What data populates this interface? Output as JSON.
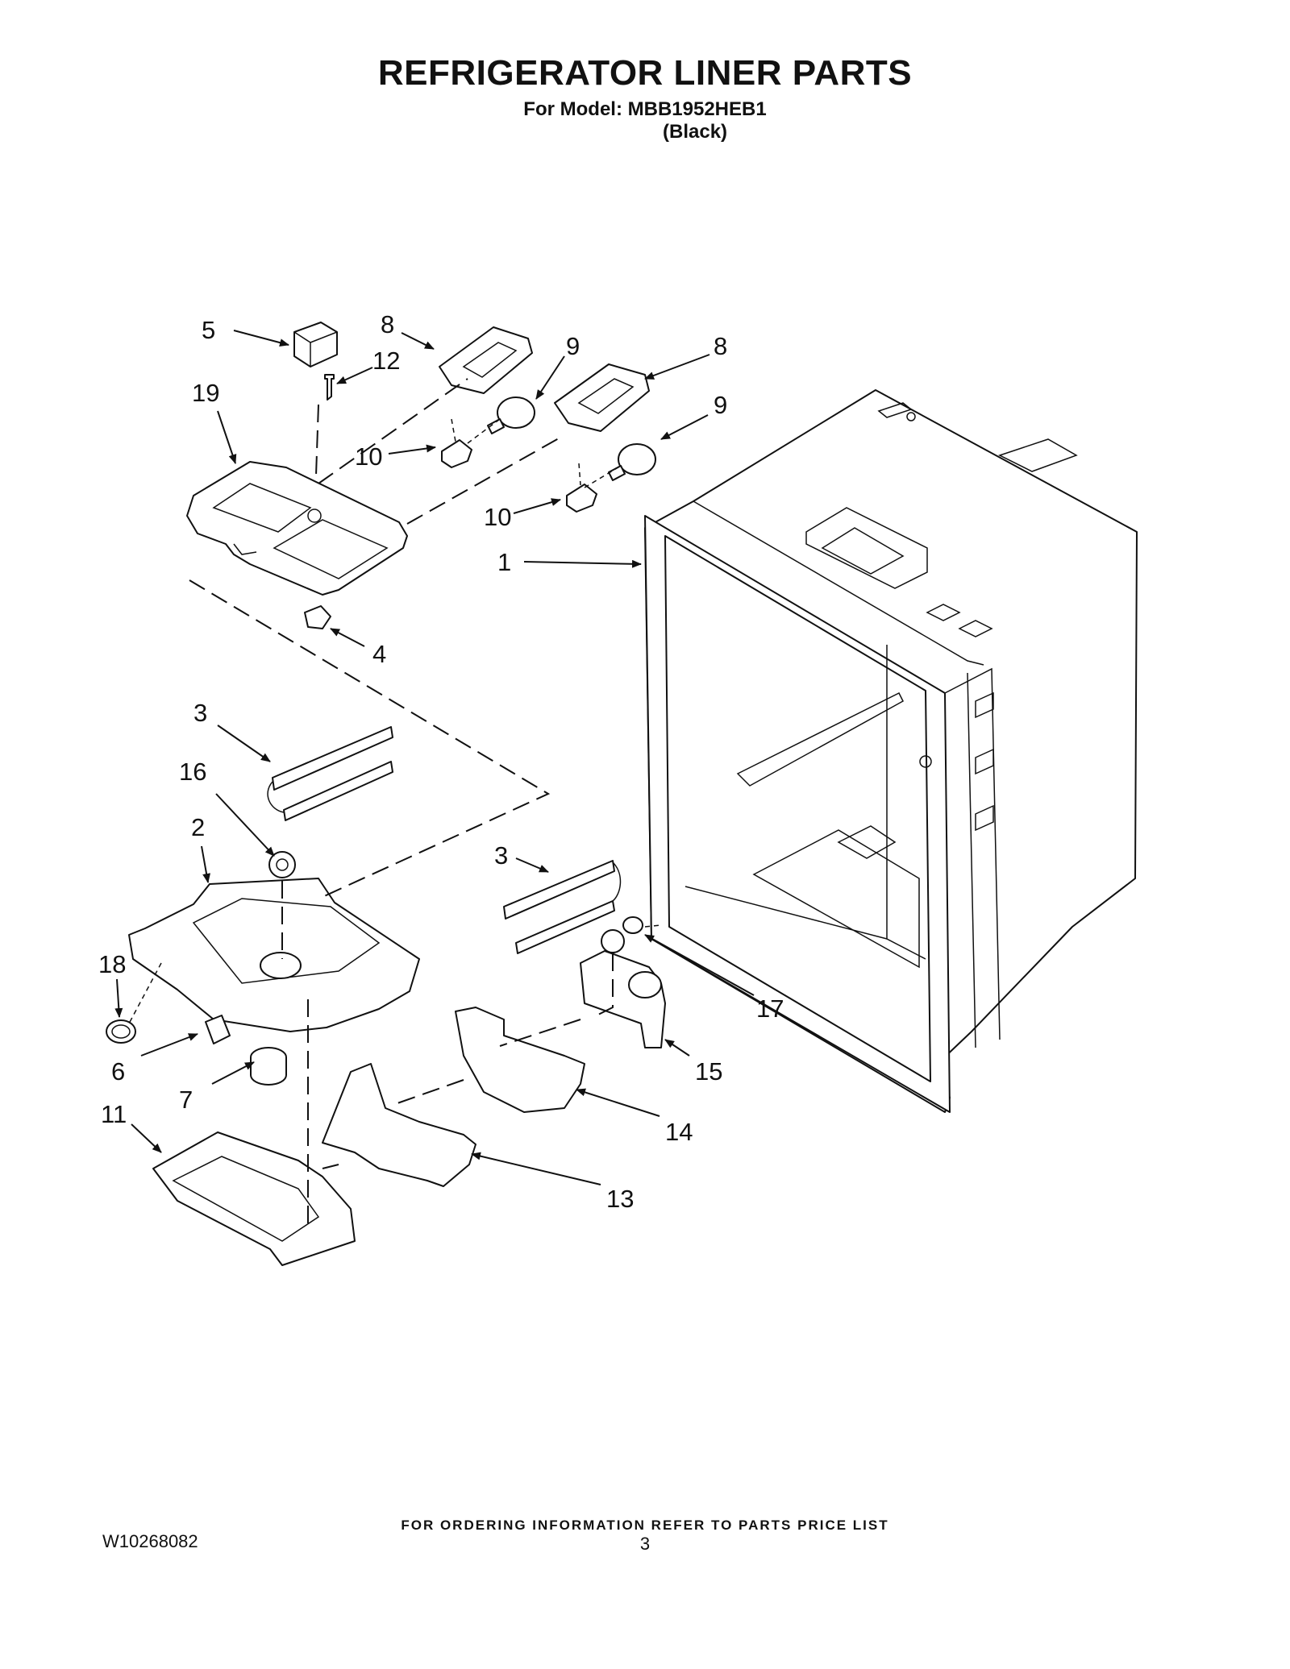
{
  "header": {
    "title": "REFRIGERATOR LINER PARTS",
    "model_line": "For Model: MBB1952HEB1",
    "color_line": "(Black)"
  },
  "footer": {
    "ordering_note": "FOR ORDERING INFORMATION REFER TO PARTS PRICE LIST",
    "doc_number": "W10268082",
    "page_number": "3"
  },
  "callouts": {
    "c1": "1",
    "c2": "2",
    "c3a": "3",
    "c3b": "3",
    "c4": "4",
    "c5": "5",
    "c6": "6",
    "c7": "7",
    "c8a": "8",
    "c8b": "8",
    "c9a": "9",
    "c9b": "9",
    "c10a": "10",
    "c10b": "10",
    "c11": "11",
    "c12": "12",
    "c13": "13",
    "c14": "14",
    "c15": "15",
    "c16": "16",
    "c17": "17",
    "c18": "18",
    "c19": "19"
  }
}
